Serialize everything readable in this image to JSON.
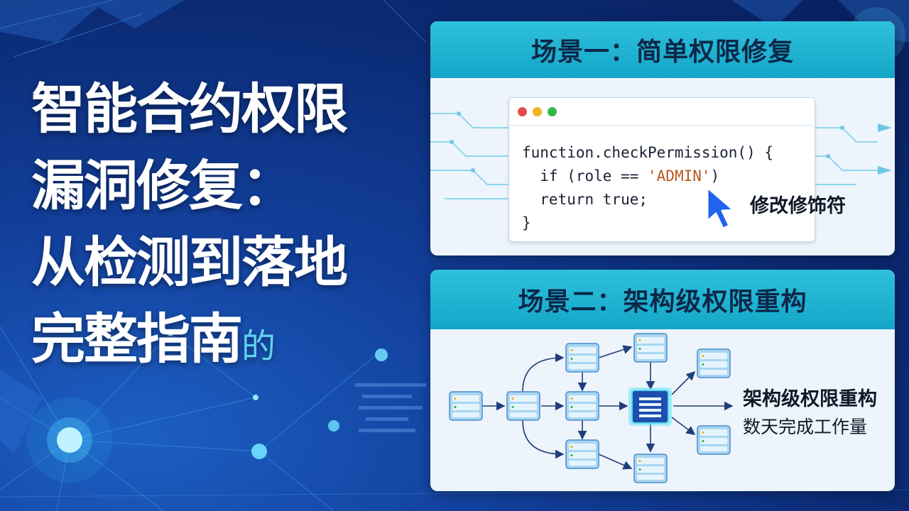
{
  "title": {
    "line1": "智能合约权限",
    "line2": "漏洞修复：",
    "line3": "从检测到落地",
    "line4": "完整指南",
    "line4_suffix": "的"
  },
  "scenario1": {
    "header": "场景一：简单权限修复",
    "code": {
      "line1": "function.checkPermission() {",
      "line2_prefix": "  if (role == ",
      "line2_string": "'ADMIN'",
      "line2_suffix": ")",
      "line3": "  return true;",
      "line4": "}"
    },
    "annotation": "修改修饰符",
    "icons": [
      "window-dots-icon",
      "cursor-arrow-icon",
      "circuit-arrow-icon"
    ]
  },
  "scenario2": {
    "header": "场景二：架构级权限重构",
    "label_title": "架构级权限重构",
    "label_subtitle": "数天完成工作量",
    "icons": [
      "server-node-icon",
      "central-hub-icon",
      "flow-arrow-icon"
    ]
  },
  "colors": {
    "background": "#0b2a73",
    "header_cyan": "#1fb3d2",
    "panel": "#edf4fb",
    "title_text": "#ffffff",
    "suffix_text": "#5ed2f2",
    "string_literal": "#b9561e",
    "cursor": "#1f63ef",
    "hub": "#1e4fb0"
  }
}
